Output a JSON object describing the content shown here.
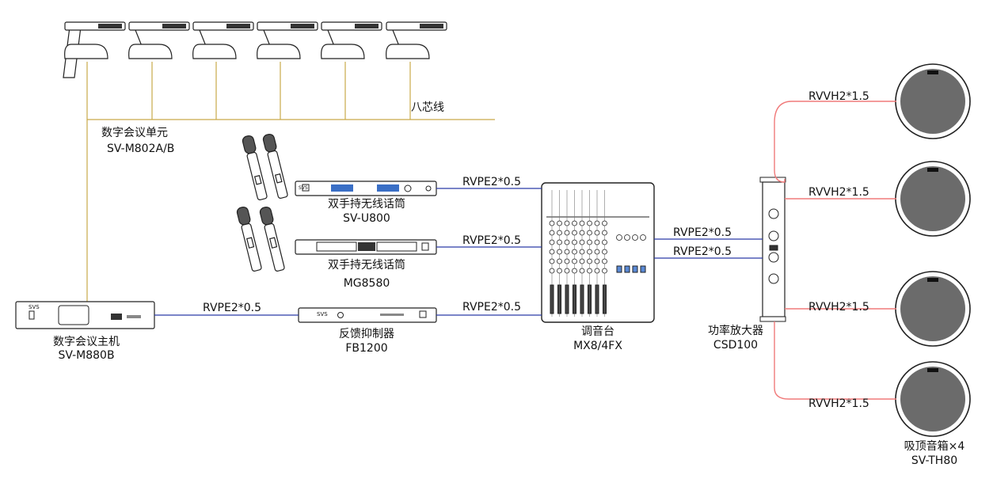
{
  "labels": {
    "conf_unit_name": "数字会议单元",
    "conf_unit_model": "SV-M802A/B",
    "eight_core": "八芯线",
    "wireless1_name": "双手持无线话筒",
    "wireless1_model": "SV-U800",
    "wireless2_name": "双手持无线话筒",
    "wireless2_model": "MG8580",
    "host_name": "数字会议主机",
    "host_model": "SV-M880B",
    "feedback_name": "反馈抑制器",
    "feedback_model": "FB1200",
    "mixer_name": "调音台",
    "mixer_model": "MX8/4FX",
    "amp_name": "功率放大器",
    "amp_model": "CSD100",
    "speaker_name": "吸顶音箱×4",
    "speaker_model": "SV-TH80"
  },
  "cables": {
    "rvpe": "RVPE2*0.5",
    "rvvh": "RVVH2*1.5"
  },
  "brand": "SVS",
  "colors": {
    "eight_core_line": "#c9a94a",
    "rvpe_line": "#2a3aa8",
    "rvvh_line": "#f07a7a",
    "speaker_fill": "#6b6b6b"
  }
}
